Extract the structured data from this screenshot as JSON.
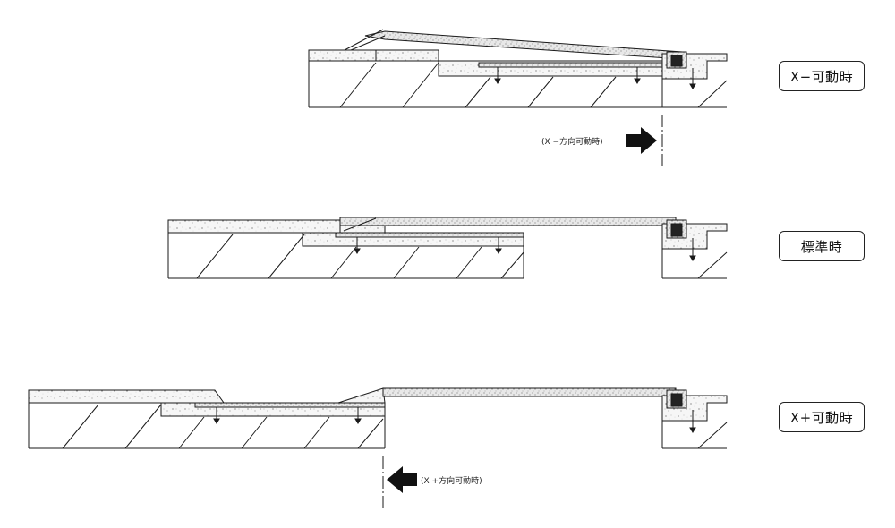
{
  "labels": {
    "x_minus": "X−可動時",
    "standard": "標準時",
    "x_plus": "X+可動時"
  },
  "notes": {
    "x_minus": "(X −方向可動時)",
    "x_plus": "(X +方向可動時)"
  },
  "colors": {
    "line": "#1a1a1a",
    "concrete_fill": "#f4f4f4",
    "arrow": "#111111"
  }
}
